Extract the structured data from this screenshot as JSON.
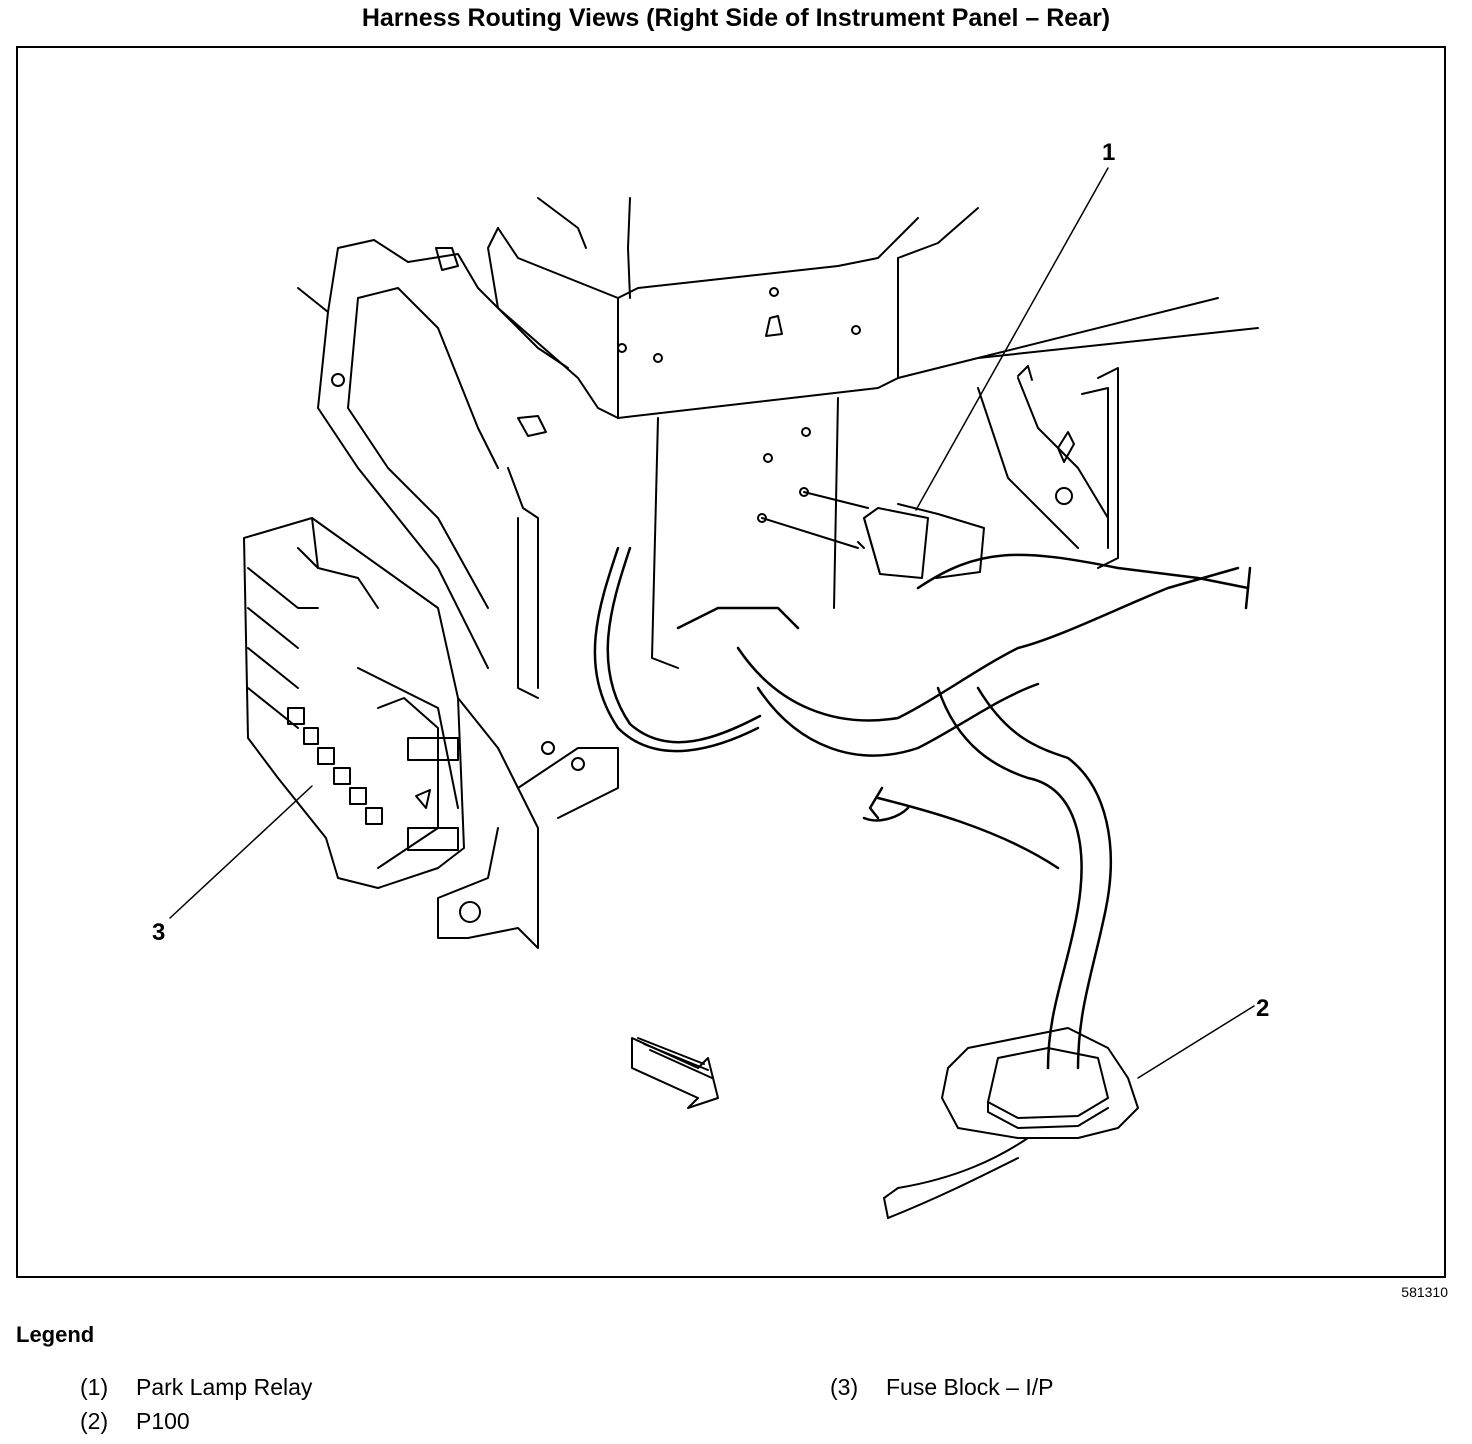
{
  "title": "Harness Routing Views (Right Side of Instrument Panel – Rear)",
  "figure_id": "581310",
  "callouts": [
    "1",
    "2",
    "3"
  ],
  "legend": {
    "heading": "Legend",
    "items": [
      {
        "num": "(1)",
        "label": "Park Lamp Relay"
      },
      {
        "num": "(2)",
        "label": "P100"
      },
      {
        "num": "(3)",
        "label": "Fuse Block – I/P"
      }
    ]
  }
}
